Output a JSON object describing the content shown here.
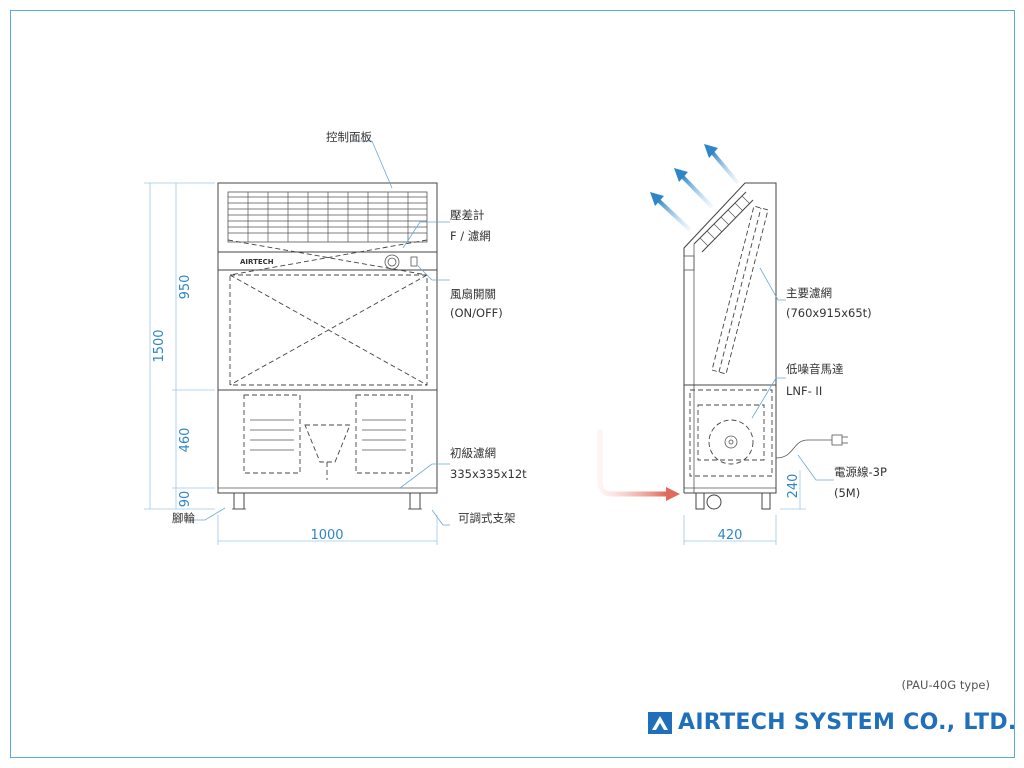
{
  "labels": {
    "control_panel": "控制面板",
    "pressure_gauge": "壓差計",
    "filter_gauge": "F / 濾網",
    "fan_switch": "風扇開關",
    "fan_switch_sub": "(ON/OFF)",
    "pre_filter": "初級濾網",
    "pre_filter_size": "335x335x12t",
    "caster": "腳輪",
    "adjustable_stand": "可調式支架",
    "main_filter": "主要濾網",
    "main_filter_size": "(760x915x65t)",
    "motor": "低噪音馬達",
    "motor_model": "LNF- II",
    "power_cord": "電源線-3P",
    "power_cord_len": "(5M)"
  },
  "dimensions": {
    "total_height": "1500",
    "upper_height": "950",
    "lower_height": "460",
    "base_height": "90",
    "width": "1000",
    "depth": "420",
    "side_lower": "240"
  },
  "panel_brand": "AIRTECH",
  "model_note": "(PAU-40G type)",
  "company": "AIRTECH SYSTEM CO., LTD.",
  "colors": {
    "accent": "#2e86c8",
    "brand": "#1f6fba",
    "inflow_arrow": "#e06a5a",
    "outflow_arrow": "#2e86c8"
  }
}
